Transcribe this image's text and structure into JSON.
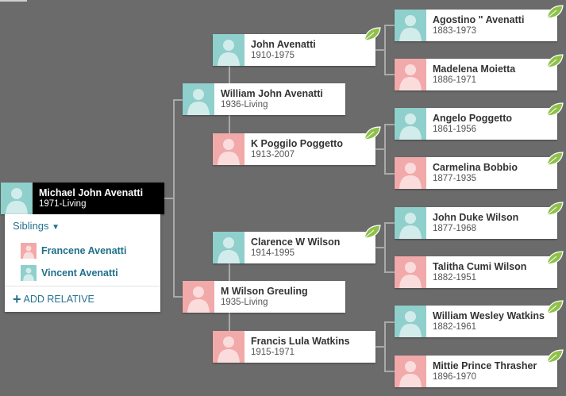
{
  "people": {
    "focus": {
      "name": "Michael John Avenatti",
      "years": "1971-Living",
      "gender": "m"
    },
    "p1": {
      "name": "William John Avenatti",
      "years": "1936-Living",
      "gender": "m"
    },
    "p2": {
      "name": "M Wilson Greuling",
      "years": "1935-Living",
      "gender": "f"
    },
    "g1": {
      "name": "John Avenatti",
      "years": "1910-1975",
      "gender": "m"
    },
    "g2": {
      "name": "K Poggilo Poggetto",
      "years": "1913-2007",
      "gender": "f"
    },
    "g3": {
      "name": "Clarence W Wilson",
      "years": "1914-1995",
      "gender": "m"
    },
    "g4": {
      "name": "Francis Lula Watkins",
      "years": "1915-1971",
      "gender": "f"
    },
    "gg1": {
      "name": "Agostino \" Avenatti",
      "years": "1883-1973",
      "gender": "m"
    },
    "gg2": {
      "name": "Madelena Moietta",
      "years": "1886-1971",
      "gender": "f"
    },
    "gg3": {
      "name": "Angelo Poggetto",
      "years": "1861-1956",
      "gender": "m"
    },
    "gg4": {
      "name": "Carmelina Bobbio",
      "years": "1877-1935",
      "gender": "f"
    },
    "gg5": {
      "name": "John Duke Wilson",
      "years": "1877-1968",
      "gender": "m"
    },
    "gg6": {
      "name": "Talitha Cumi Wilson",
      "years": "1882-1951",
      "gender": "f"
    },
    "gg7": {
      "name": "William Wesley Watkins",
      "years": "1882-1961",
      "gender": "m"
    },
    "gg8": {
      "name": "Mittie Prince Thrasher",
      "years": "1896-1970",
      "gender": "f"
    }
  },
  "siblings": {
    "label": "Siblings",
    "items": [
      {
        "name": "Francene Avenatti",
        "gender": "f"
      },
      {
        "name": "Vincent Avenatti",
        "gender": "m"
      }
    ]
  },
  "add_relative": "ADD RELATIVE",
  "colors": {
    "male_avatar": "#8fcfcc",
    "female_avatar": "#f2a9a9",
    "link": "#25728f",
    "background": "#6b6b6b",
    "hint_leaf": "#8fc14a"
  }
}
